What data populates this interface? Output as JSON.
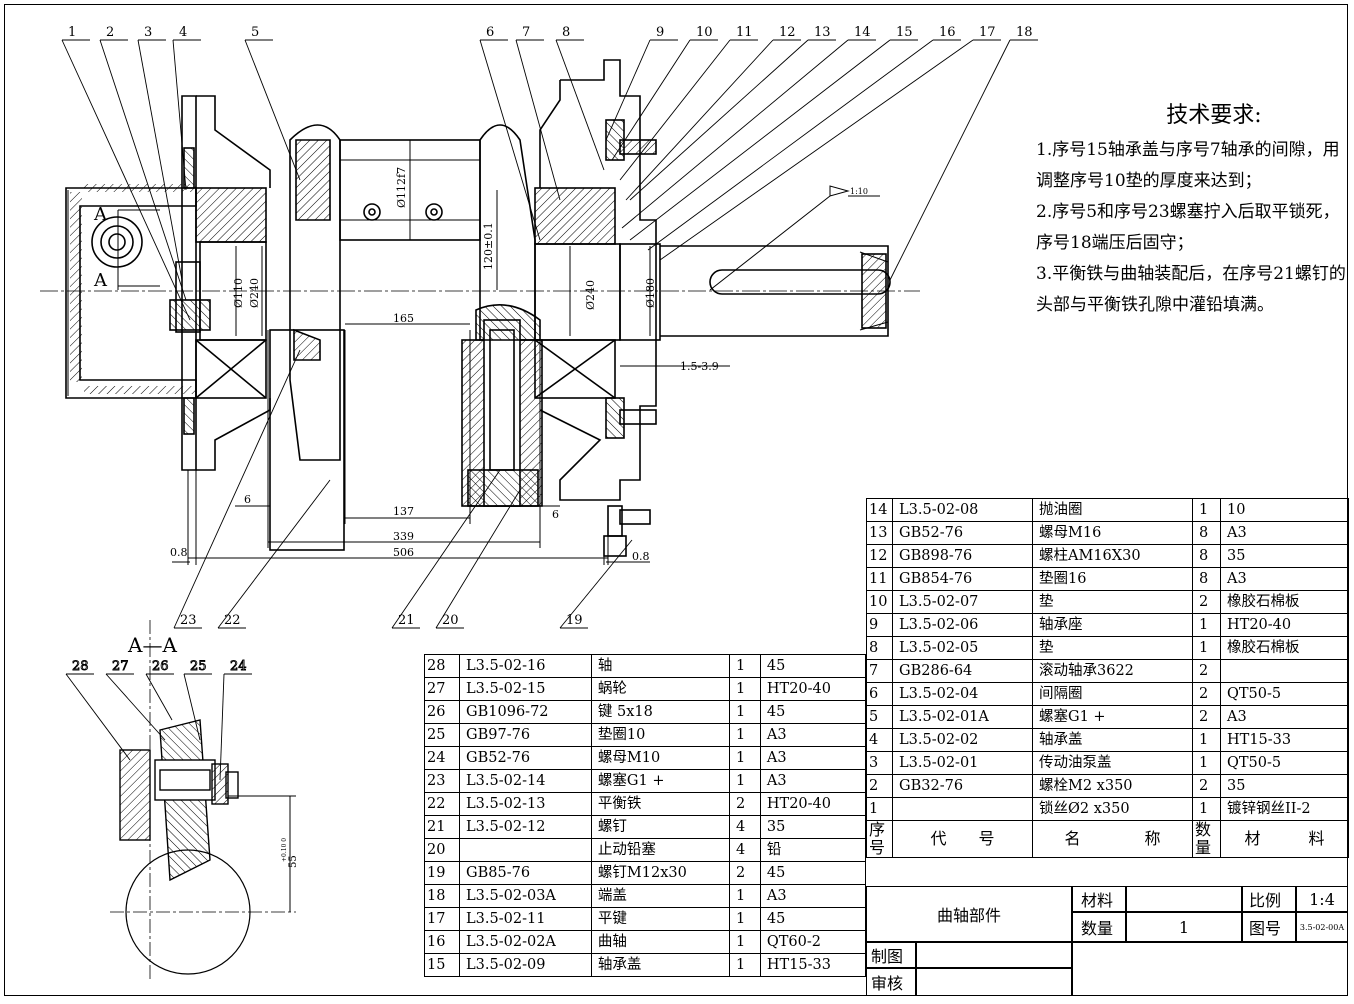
{
  "leaders_top": [
    "1",
    "2",
    "3",
    "4",
    "5",
    "6",
    "7",
    "8",
    "9",
    "10",
    "11",
    "12",
    "13",
    "14",
    "15",
    "16",
    "17",
    "18"
  ],
  "leaders_bottom": [
    "23",
    "22",
    "21",
    "20",
    "19"
  ],
  "section": {
    "title": "A—A",
    "leaders": [
      "28",
      "27",
      "26",
      "25",
      "24"
    ],
    "dim_label": "55",
    "dim_tol": "+0.10 0"
  },
  "section_marks": [
    "A",
    "A"
  ],
  "dims": {
    "d165": "165",
    "d137": "137",
    "d339": "339",
    "d506": "506",
    "d6a": "6",
    "d6b": "6",
    "d08a": "0.8",
    "d08b": "0.8",
    "d15": "1.5-3.9",
    "taper": "1:10",
    "v120": "120±0.1",
    "v112": "Ø112f7",
    "v110": "Ø110",
    "v240": "Ø240",
    "v240b": "Ø240",
    "v180": "Ø180"
  },
  "tech": {
    "title": "技术要求:",
    "items": [
      "1.序号15轴承盖与序号7轴承的间隙，用调整序号10垫的厚度来达到；",
      "2.序号5和序号23螺塞拧入后取平锁死，序号18端压后固守；",
      "3.平衡铁与曲轴装配后，在序号21螺钉的头部与平衡铁孔隙中灌铅填满。"
    ]
  },
  "bom_left": [
    {
      "no": "28",
      "code": "L3.5-02-16",
      "name": "轴",
      "qty": "1",
      "mat": "45"
    },
    {
      "no": "27",
      "code": "L3.5-02-15",
      "name": "蜗轮",
      "qty": "1",
      "mat": "HT20-40"
    },
    {
      "no": "26",
      "code": "GB1096-72",
      "name": "键 5x18",
      "qty": "1",
      "mat": "45"
    },
    {
      "no": "25",
      "code": "GB97-76",
      "name": "垫圈10",
      "qty": "1",
      "mat": "A3"
    },
    {
      "no": "24",
      "code": "GB52-76",
      "name": "螺母M10",
      "qty": "1",
      "mat": "A3"
    },
    {
      "no": "23",
      "code": "L3.5-02-14",
      "name": "螺塞G1 +",
      "qty": "1",
      "mat": "A3"
    },
    {
      "no": "22",
      "code": "L3.5-02-13",
      "name": "平衡铁",
      "qty": "2",
      "mat": "HT20-40"
    },
    {
      "no": "21",
      "code": "L3.5-02-12",
      "name": "螺钉",
      "qty": "4",
      "mat": "35"
    },
    {
      "no": "20",
      "code": "",
      "name": "止动铅塞",
      "qty": "4",
      "mat": "铅"
    },
    {
      "no": "19",
      "code": "GB85-76",
      "name": "螺钉M12x30",
      "qty": "2",
      "mat": "45"
    },
    {
      "no": "18",
      "code": "L3.5-02-03A",
      "name": "端盖",
      "qty": "1",
      "mat": "A3"
    },
    {
      "no": "17",
      "code": "L3.5-02-11",
      "name": "平键",
      "qty": "1",
      "mat": "45"
    },
    {
      "no": "16",
      "code": "L3.5-02-02A",
      "name": "曲轴",
      "qty": "1",
      "mat": "QT60-2"
    },
    {
      "no": "15",
      "code": "L3.5-02-09",
      "name": "轴承盖",
      "qty": "1",
      "mat": "HT15-33"
    }
  ],
  "bom_right": [
    {
      "no": "14",
      "code": "L3.5-02-08",
      "name": "抛油圈",
      "qty": "1",
      "mat": "10"
    },
    {
      "no": "13",
      "code": "GB52-76",
      "name": "螺母M16",
      "qty": "8",
      "mat": "A3"
    },
    {
      "no": "12",
      "code": "GB898-76",
      "name": "螺柱AM16X30",
      "qty": "8",
      "mat": "35"
    },
    {
      "no": "11",
      "code": "GB854-76",
      "name": "垫圈16",
      "qty": "8",
      "mat": "A3"
    },
    {
      "no": "10",
      "code": "L3.5-02-07",
      "name": "垫",
      "qty": "2",
      "mat": "橡胶石棉板"
    },
    {
      "no": "9",
      "code": "L3.5-02-06",
      "name": "轴承座",
      "qty": "1",
      "mat": "HT20-40"
    },
    {
      "no": "8",
      "code": "L3.5-02-05",
      "name": "垫",
      "qty": "1",
      "mat": "橡胶石棉板"
    },
    {
      "no": "7",
      "code": "GB286-64",
      "name": "滚动轴承3622",
      "qty": "2",
      "mat": ""
    },
    {
      "no": "6",
      "code": "L3.5-02-04",
      "name": "间隔圈",
      "qty": "2",
      "mat": "QT50-5"
    },
    {
      "no": "5",
      "code": "L3.5-02-01A",
      "name": "螺塞G1 +",
      "qty": "2",
      "mat": "A3"
    },
    {
      "no": "4",
      "code": "L3.5-02-02",
      "name": "轴承盖",
      "qty": "1",
      "mat": "HT15-33"
    },
    {
      "no": "3",
      "code": "L3.5-02-01",
      "name": "传动油泵盖",
      "qty": "1",
      "mat": "QT50-5"
    },
    {
      "no": "2",
      "code": "GB32-76",
      "name": "螺栓M2 x350",
      "qty": "2",
      "mat": "35"
    },
    {
      "no": "1",
      "code": "",
      "name": "锁丝Ø2 x350",
      "qty": "1",
      "mat": "镀锌钢丝II-2"
    }
  ],
  "bom_header": {
    "no": "序号",
    "code": "代　　号",
    "name": "名　　　　称",
    "qty": "数量",
    "mat": "材　　　料"
  },
  "title_block": {
    "name": "曲轴部件",
    "material_label": "材料",
    "material_value": "",
    "qty_label": "数量",
    "qty_value": "1",
    "scale_label": "比例",
    "scale_value": "1:4",
    "drawing_no_label": "图号",
    "drawing_no_value": "3.5-02-00A",
    "drawn_label": "制图",
    "check_label": "审核"
  }
}
